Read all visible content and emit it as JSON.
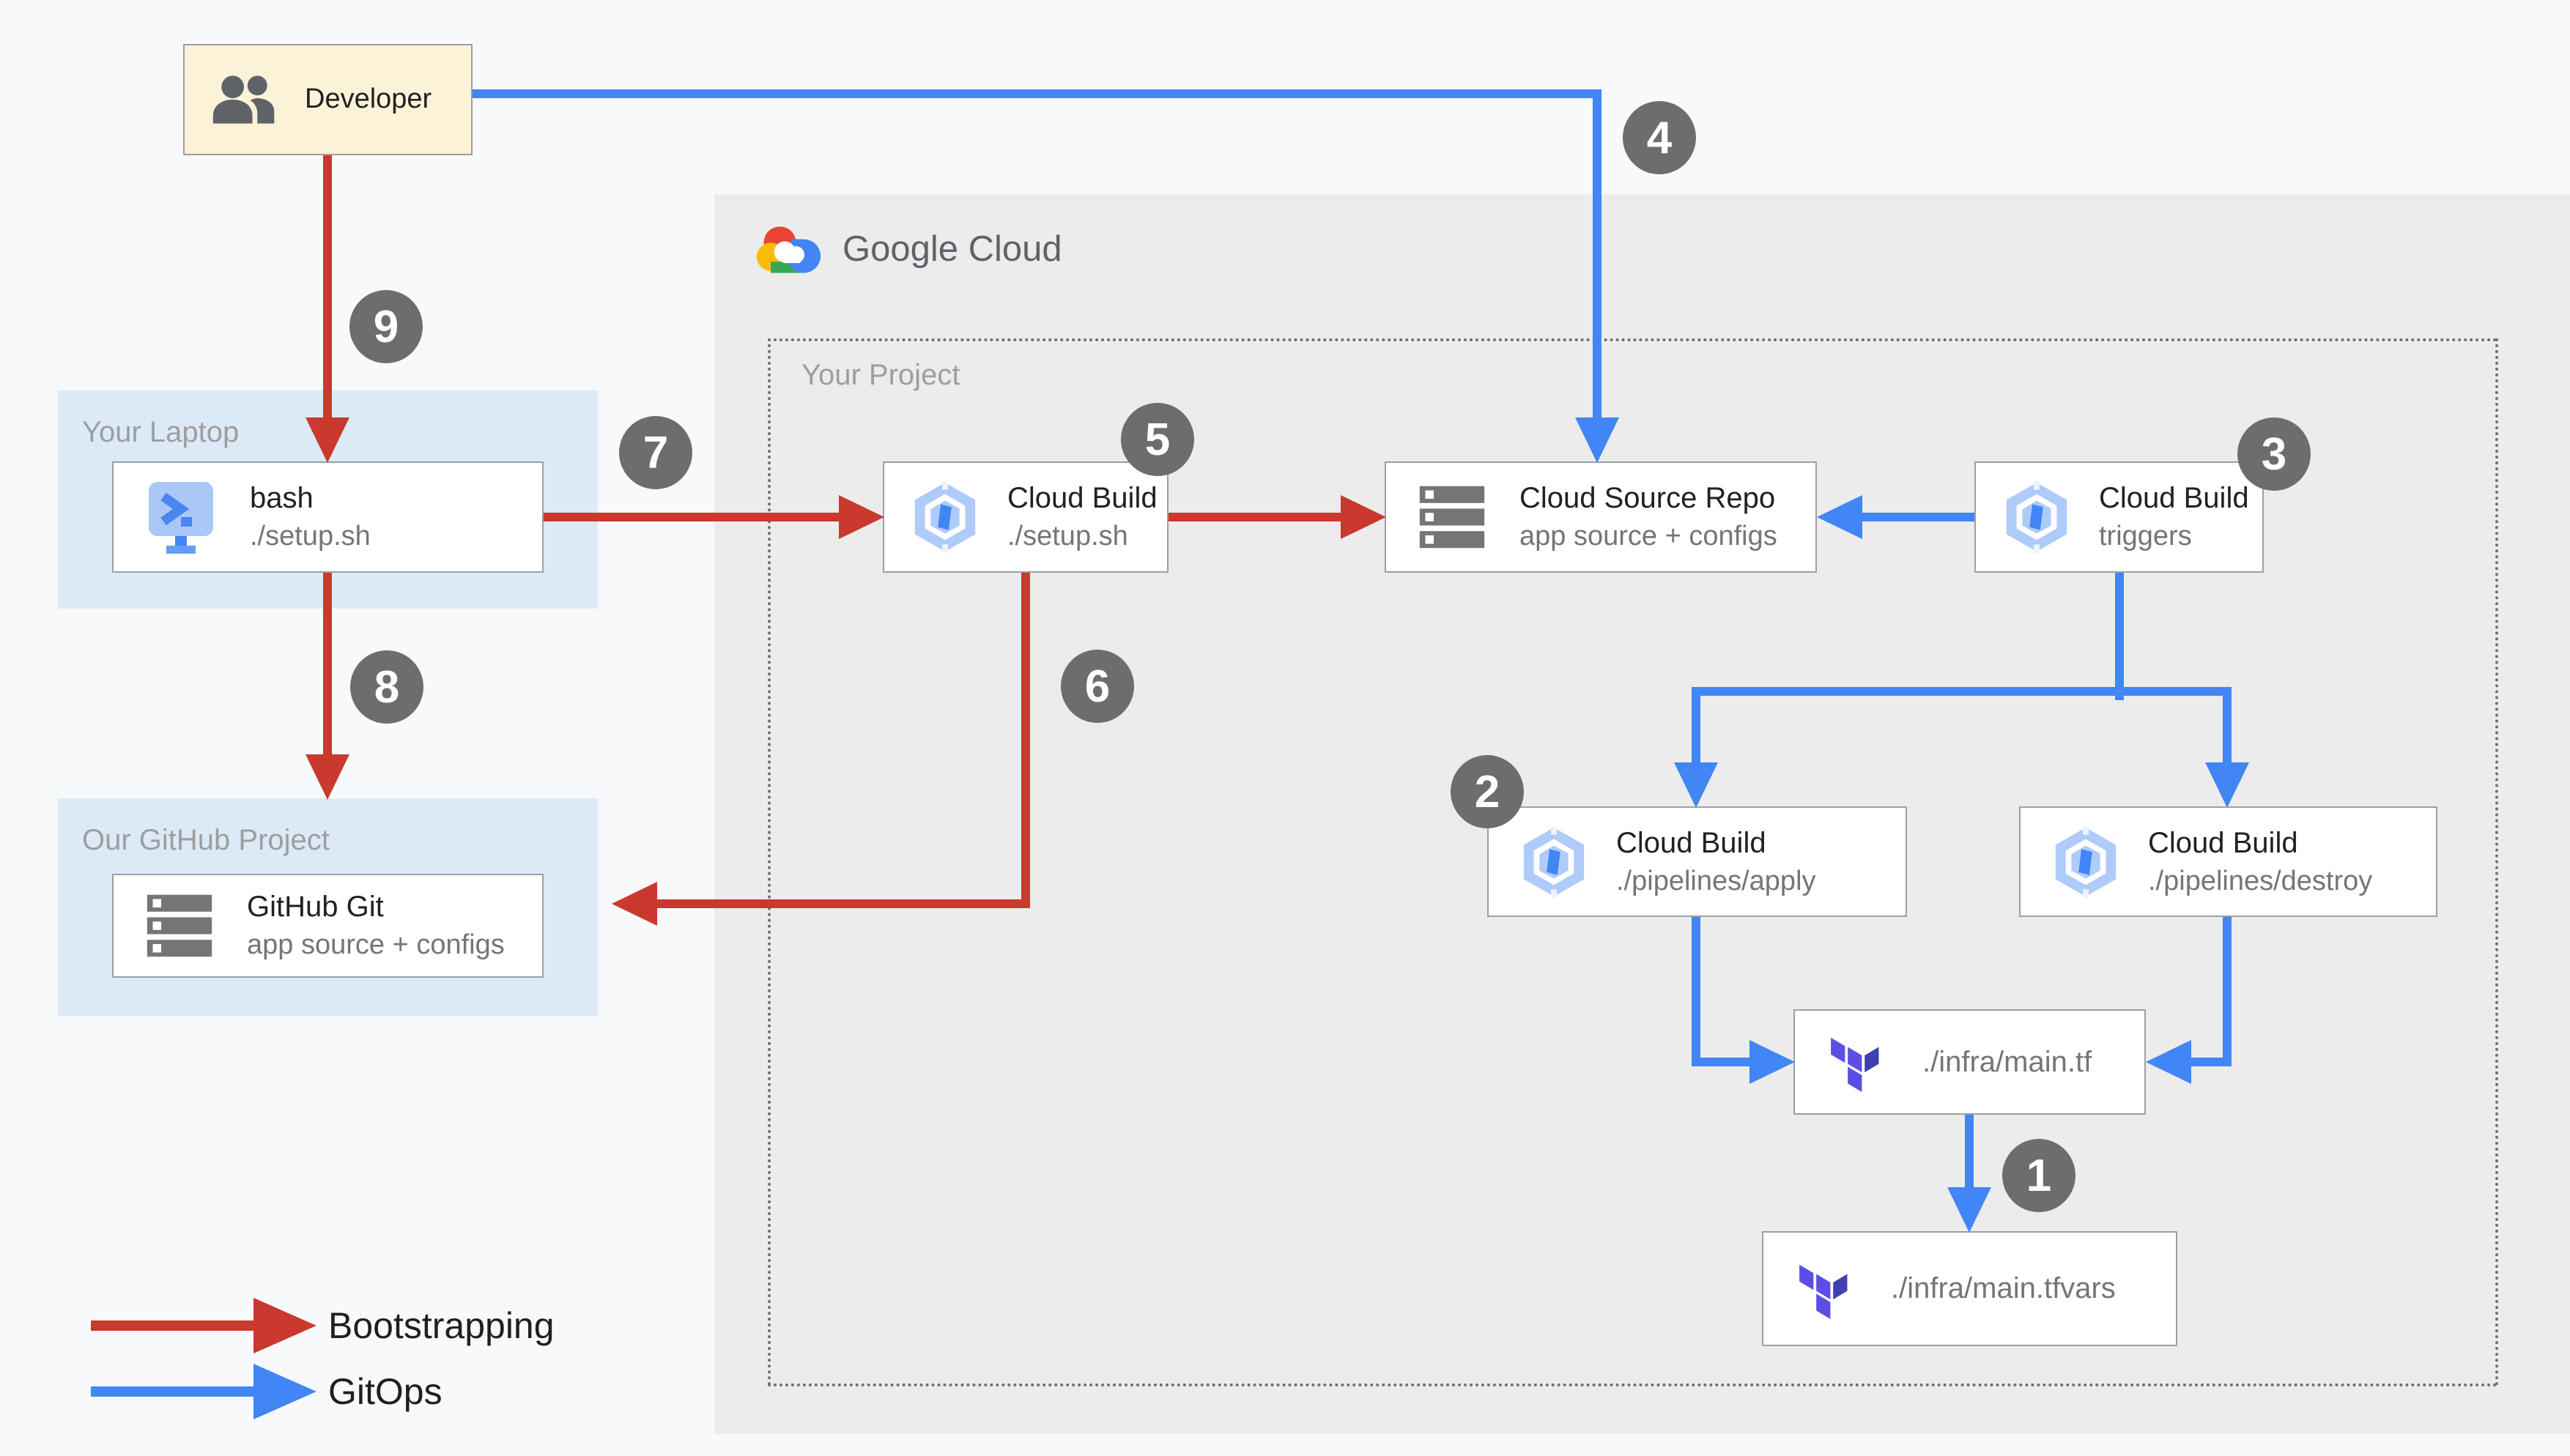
{
  "diagram": {
    "colors": {
      "bootstrapping_red": "#c9392e",
      "gitops_blue": "#4285f4",
      "badge_gray": "#6d6d6d",
      "google_cloud_bg": "#ececec",
      "zone_blue_bg": "#dceaf8",
      "developer_bg": "#fbf2d8"
    },
    "google_cloud": {
      "logo_text": "Google Cloud"
    },
    "zones": {
      "your_project": "Your Project",
      "your_laptop": "Your Laptop",
      "github_project": "Our GitHub Project"
    },
    "nodes": {
      "developer": {
        "title": "Developer"
      },
      "bash": {
        "title": "bash",
        "subtitle": "./setup.sh"
      },
      "github_git": {
        "title": "GitHub Git",
        "subtitle": "app source + configs"
      },
      "cloud_build_setup": {
        "title": "Cloud Build",
        "subtitle": "./setup.sh"
      },
      "cloud_source_repo": {
        "title": "Cloud Source Repo",
        "subtitle": "app source + configs"
      },
      "cloud_build_triggers": {
        "title": "Cloud Build",
        "subtitle": "triggers"
      },
      "cloud_build_apply": {
        "title": "Cloud Build",
        "subtitle": "./pipelines/apply"
      },
      "cloud_build_destroy": {
        "title": "Cloud Build",
        "subtitle": "./pipelines/destroy"
      },
      "infra_main_tf": {
        "title": "./infra/main.tf"
      },
      "infra_main_tfvars": {
        "title": "./infra/main.tfvars"
      }
    },
    "badges": {
      "b1": "1",
      "b2": "2",
      "b3": "3",
      "b4": "4",
      "b5": "5",
      "b6": "6",
      "b7": "7",
      "b8": "8",
      "b9": "9"
    },
    "legend": {
      "bootstrapping": "Bootstrapping",
      "gitops": "GitOps"
    }
  }
}
